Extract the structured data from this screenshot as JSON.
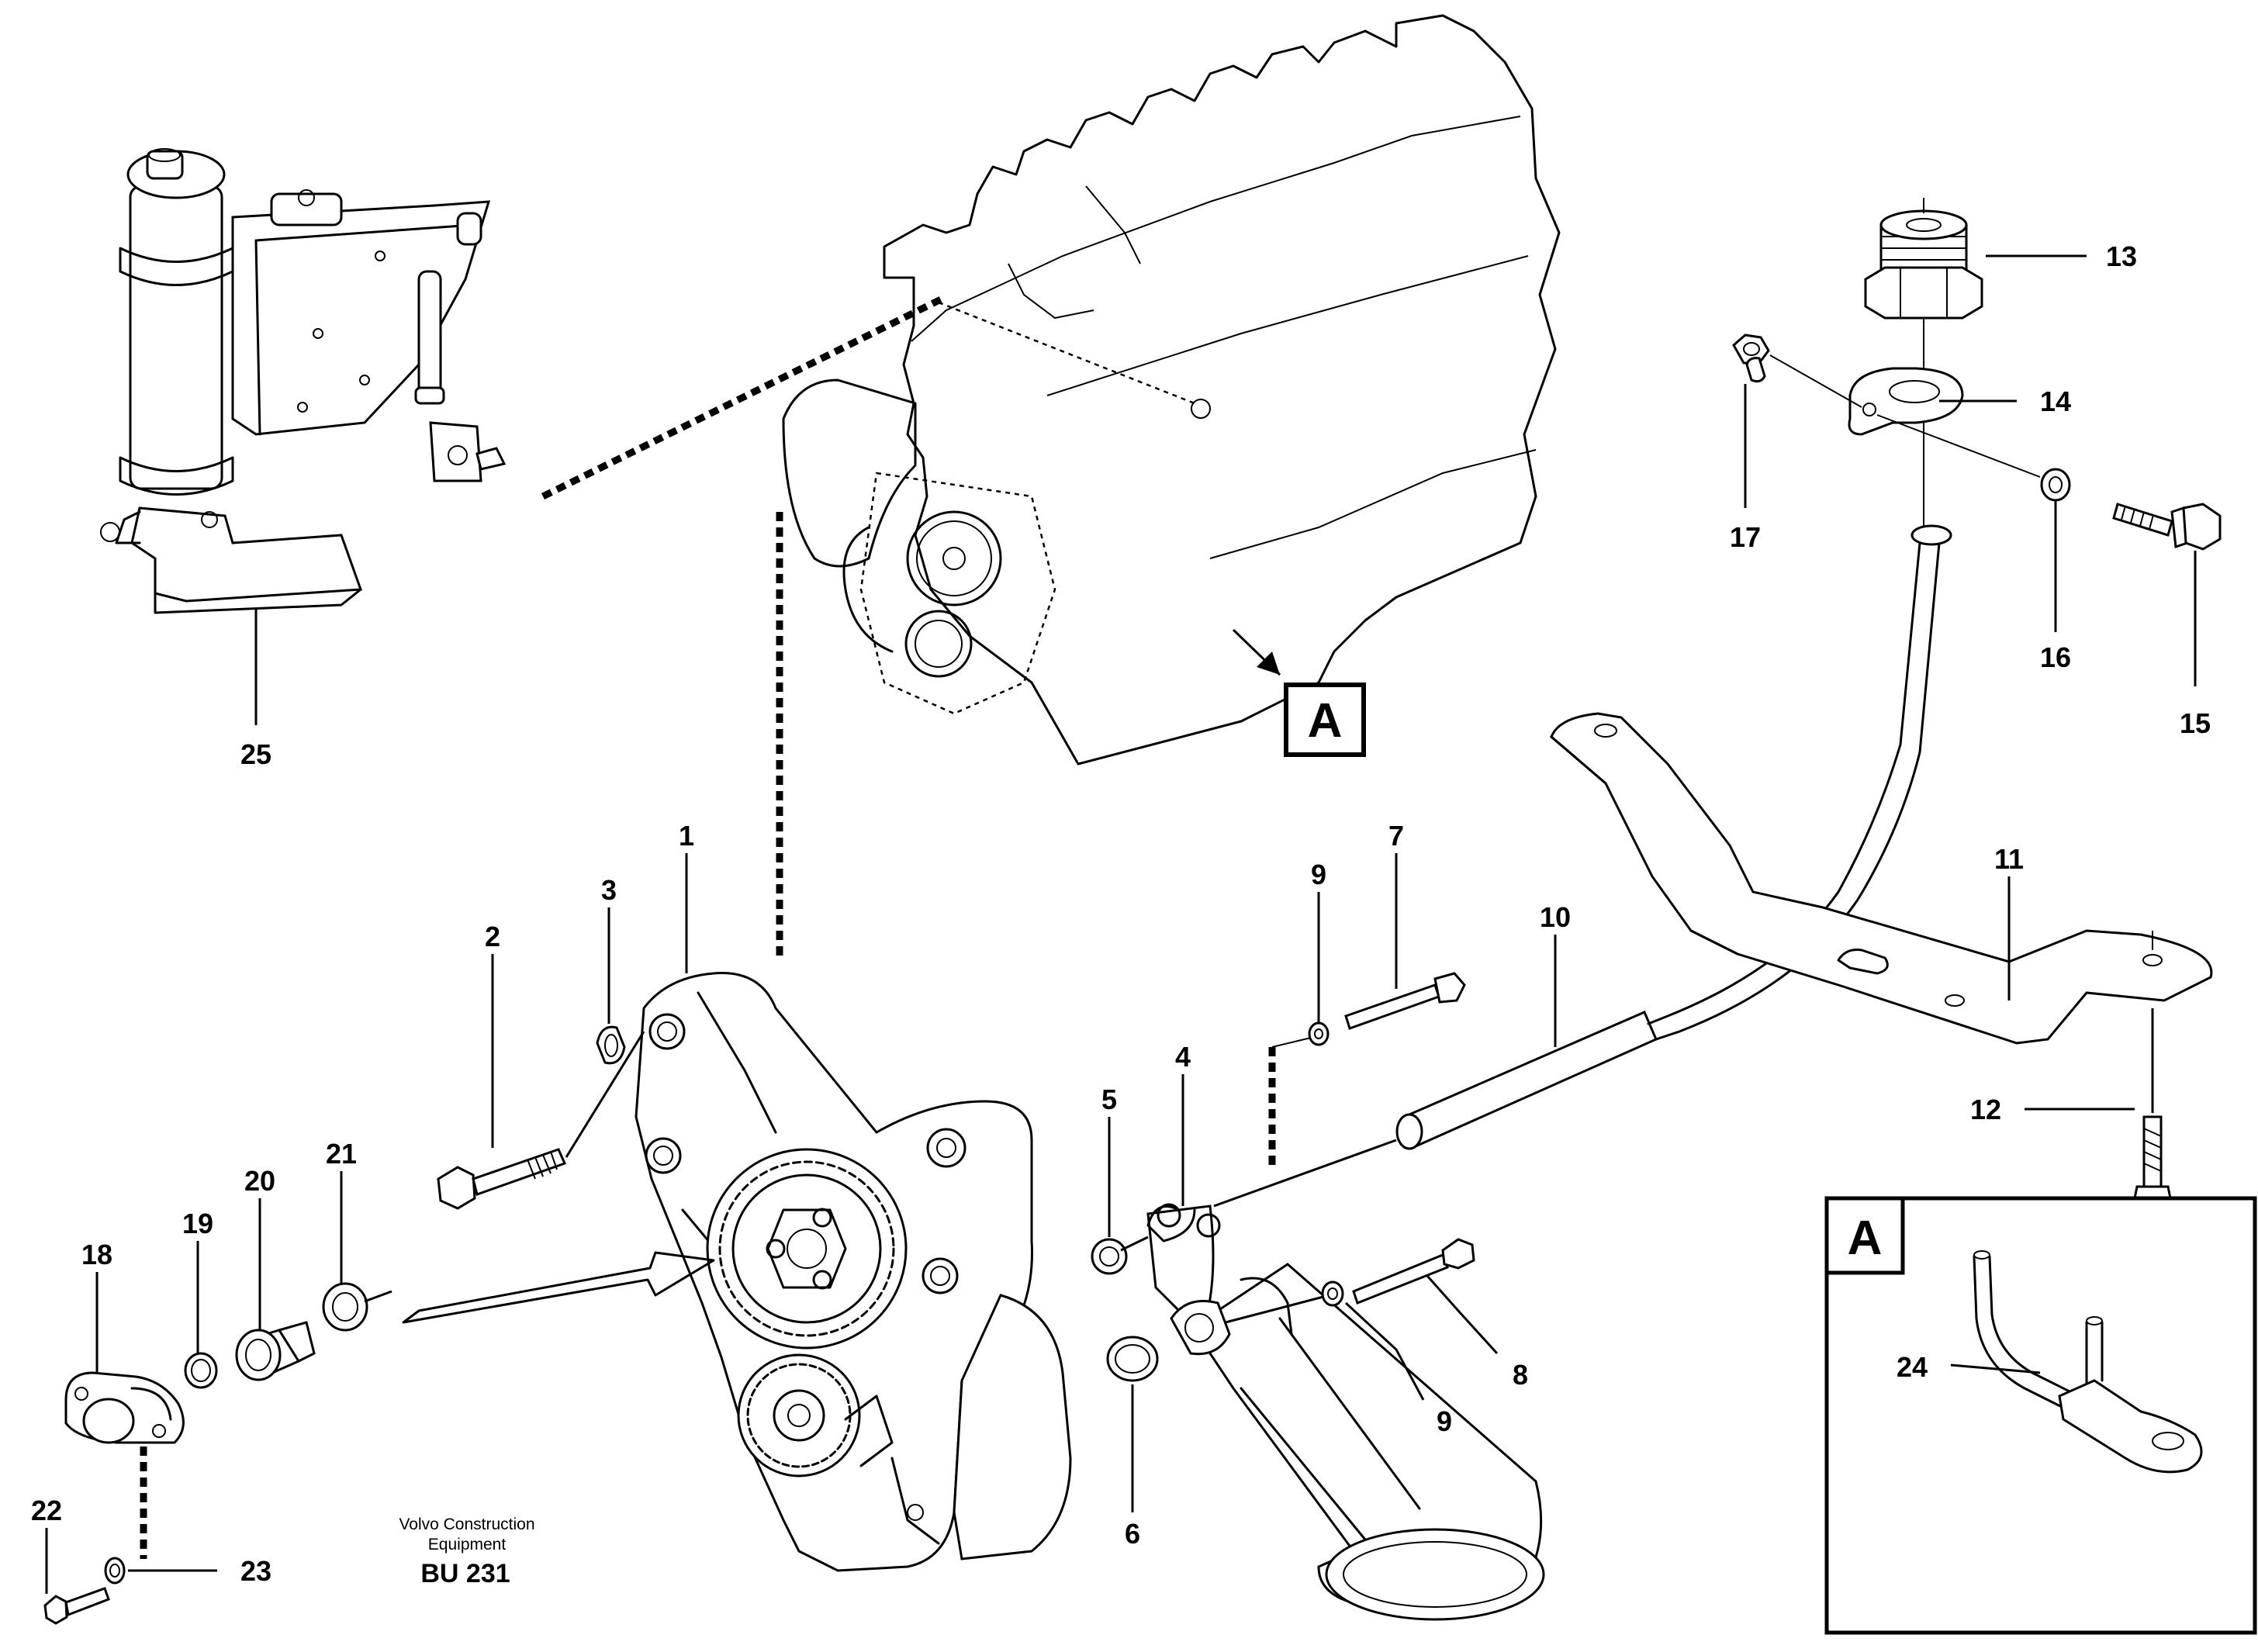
{
  "callouts": [
    {
      "id": "1",
      "label": "1"
    },
    {
      "id": "2",
      "label": "2"
    },
    {
      "id": "3",
      "label": "3"
    },
    {
      "id": "4",
      "label": "4"
    },
    {
      "id": "5",
      "label": "5"
    },
    {
      "id": "6",
      "label": "6"
    },
    {
      "id": "7",
      "label": "7"
    },
    {
      "id": "8",
      "label": "8"
    },
    {
      "id": "9a",
      "label": "9"
    },
    {
      "id": "9b",
      "label": "9"
    },
    {
      "id": "10",
      "label": "10"
    },
    {
      "id": "11",
      "label": "11"
    },
    {
      "id": "12",
      "label": "12"
    },
    {
      "id": "13",
      "label": "13"
    },
    {
      "id": "14",
      "label": "14"
    },
    {
      "id": "15",
      "label": "15"
    },
    {
      "id": "16",
      "label": "16"
    },
    {
      "id": "17",
      "label": "17"
    },
    {
      "id": "18",
      "label": "18"
    },
    {
      "id": "19",
      "label": "19"
    },
    {
      "id": "20",
      "label": "20"
    },
    {
      "id": "21",
      "label": "21"
    },
    {
      "id": "22",
      "label": "22"
    },
    {
      "id": "23",
      "label": "23"
    },
    {
      "id": "24",
      "label": "24"
    },
    {
      "id": "25",
      "label": "25"
    }
  ],
  "detail_marker": "A",
  "detail_box_label": "A",
  "footer": {
    "line1": "Volvo Construction",
    "line2": "Equipment",
    "code": "BU 231"
  }
}
